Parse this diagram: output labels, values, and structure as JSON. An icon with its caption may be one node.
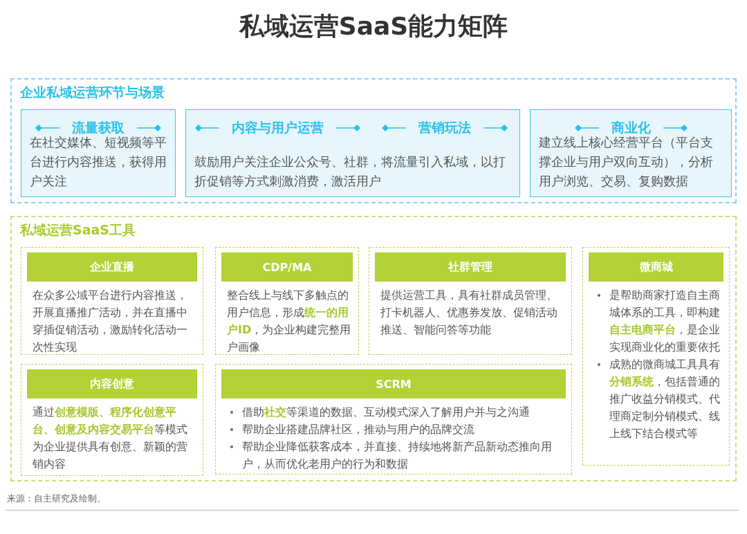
{
  "diagram": {
    "title": "私域运营SaaS能力矩阵",
    "nodes": [
      {
        "text": [
          "企业私域运营环节与场景"
        ]
      },
      {
        "text": [
          "流量获取",
          "在社交媒体、短视频等平台进行内容推送，获得用户关注"
        ],
        "in": 0
      },
      {
        "text": [
          "内容与用户运营",
          "营销玩法",
          "鼓励用户关注企业公众号、社群，将流量引入私域，以打折促销等方式刺激消费，激活用户"
        ],
        "in": 0
      },
      {
        "text": [
          "商业化",
          "建立线上核心经营平台（平台支撑企业与用户双向互动），分析用户浏览、交易、复购数据"
        ],
        "in": 0
      },
      {
        "text": [
          "私域运营SaaS工具"
        ]
      },
      {
        "text": [
          "企业直播",
          "在众多公域平台进行内容推送，开展直播推广活动，并在直播中穿插促销活动，激励转化活动一次性实现"
        ],
        "in": 4
      },
      {
        "text": [
          "CDP/MA",
          "整合线上与线下多触点的用户信息，形成**统一的用户ID**，为企业构建完整用户画像"
        ],
        "in": 4
      },
      {
        "text": [
          "社群管理",
          "提供运营工具，具有社群成员管理、打卡机器人、优惠券发放、促销活动推送、智能问答等功能"
        ],
        "in": 4
      },
      {
        "text": [
          "微商城",
          "是帮助商家打造自主商城体系的工具，即构建**自主电商平台**，是企业实现商业化的重要依托",
          "成熟的微商城工具具有**分销系统**，包括普通的推广收益分销模式、代理商定制分销模式、线上线下结合模式等"
        ],
        "in": 4
      },
      {
        "text": [
          "内容创意",
          "通过**创意模版、程序化创意平台、创意及内容交易平台**等模式为企业提供具有创意、新颖的营销内容"
        ],
        "in": 4
      },
      {
        "text": [
          "SCRM",
          "借助**社交**等渠道的数据、互动模式深入了解用户并与之沟通",
          "帮助企业搭建品牌社区，推动与用户的品牌交流",
          "帮助企业降低获客成本，并直接、持续地将新产品新动态推向用户，从而优化老用户的行为和数据"
        ],
        "in": 4
      }
    ],
    "labels": [
      "来源：自主研究及绘制。"
    ]
  }
}
